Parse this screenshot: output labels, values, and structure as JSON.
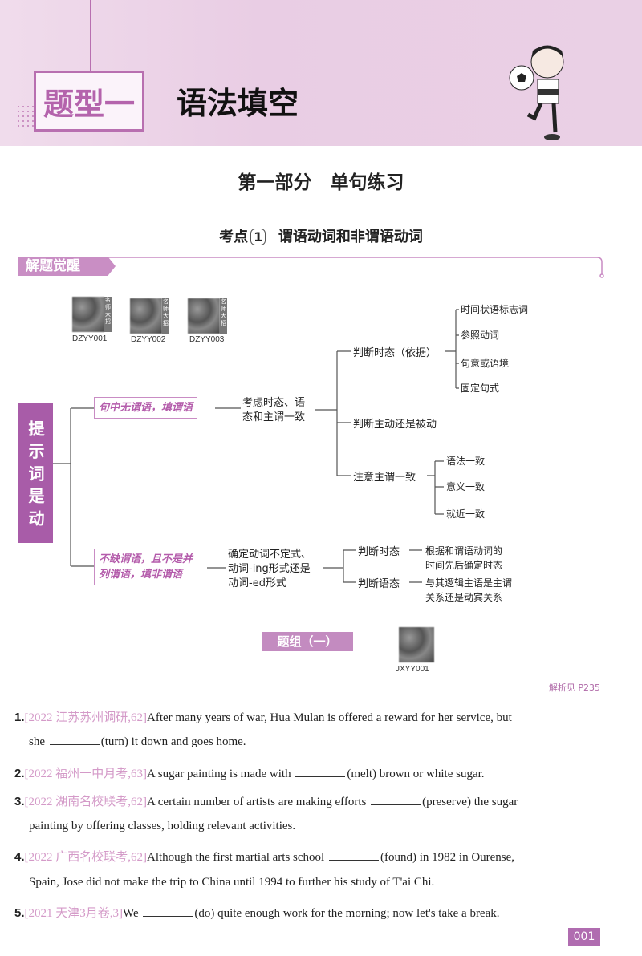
{
  "header": {
    "type_label": "题型一",
    "type_title": "语法填空"
  },
  "part_title": "第一部分　单句练习",
  "point": {
    "prefix": "考点",
    "number": "1",
    "title": "谓语动词和非谓语动词"
  },
  "banner": "解题觉醒",
  "qr_codes": [
    "DZYY001",
    "DZYY002",
    "DZYY003"
  ],
  "qr_tag": "名师大招",
  "mindmap": {
    "root": "提示词是动词",
    "branch1": {
      "label": "句中无谓语，填谓语",
      "consider": [
        "考虑时态、语",
        "态和主谓一致"
      ],
      "tense": "判断时态（依据）",
      "tense_items": [
        "时间状语标志词",
        "参照动词",
        "句意或语境",
        "固定句式"
      ],
      "voice": "判断主动还是被动",
      "agreement": "注意主谓一致",
      "agreement_items": [
        "语法一致",
        "意义一致",
        "就近一致"
      ]
    },
    "branch2": {
      "label": [
        "不缺谓语，且不是并",
        "列谓语，填非谓语"
      ],
      "determine": [
        "确定动词不定式、",
        "动词-ing形式还是",
        "动词-ed形式"
      ],
      "tense": "判断时态",
      "tense_desc": [
        "根据和谓语动词的",
        "时间先后确定时态"
      ],
      "voice": "判断语态",
      "voice_desc": [
        "与其逻辑主语是主谓",
        "关系还是动宾关系"
      ]
    }
  },
  "group": {
    "label": "题组（一）",
    "qr": "JXYY001"
  },
  "analysis_ref": "解析见 P235",
  "questions": [
    {
      "num": "1.",
      "src": "[2022 江苏苏州调研,62]",
      "pre": "After many years of war, Hua Mulan is offered a reward for her service, but",
      "line2_pre": "she",
      "hint": "(turn)",
      "post": " it down and goes home."
    },
    {
      "num": "2.",
      "src": "[2022 福州一中月考,63]",
      "pre": "A sugar painting is made with",
      "hint": "(melt)",
      "post": " brown or white sugar."
    },
    {
      "num": "3.",
      "src": "[2022 湖南名校联考,62]",
      "pre": "A certain number of artists are making efforts",
      "hint": "(preserve)",
      "post": " the sugar",
      "line2": "painting by offering classes, holding relevant activities."
    },
    {
      "num": "4.",
      "src": "[2022 广西名校联考,62]",
      "pre": "Although the first martial arts school",
      "hint": "(found)",
      "post": " in 1982 in Ourense,",
      "line2": "Spain, Jose did not make the trip to China until 1994 to further his study of T'ai Chi."
    },
    {
      "num": "5.",
      "src": "[2021 天津3月卷,3]",
      "pre": "We",
      "hint": "(do)",
      "post": " quite enough work for the morning; now let's take a break."
    }
  ],
  "page_number": "001"
}
